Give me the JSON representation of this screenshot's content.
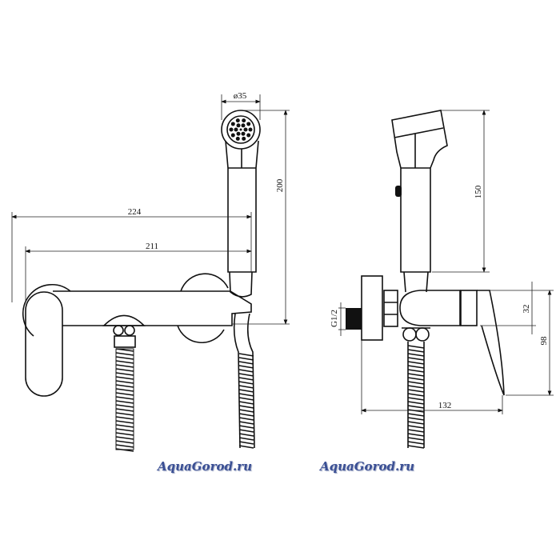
{
  "front_view": {
    "dimensions": {
      "handset_diameter": "ø35",
      "total_height": "200",
      "overall_width": "224",
      "body_width": "211"
    }
  },
  "side_view": {
    "dimensions": {
      "handset_length": "150",
      "thread": "G1/2",
      "body_height": "32",
      "lever_height": "98",
      "depth": "132"
    }
  },
  "watermarks": [
    "AquaGorod.ru",
    "AquaGorod.ru"
  ],
  "colors": {
    "line": "#111111",
    "watermark": "#3a4f94"
  }
}
